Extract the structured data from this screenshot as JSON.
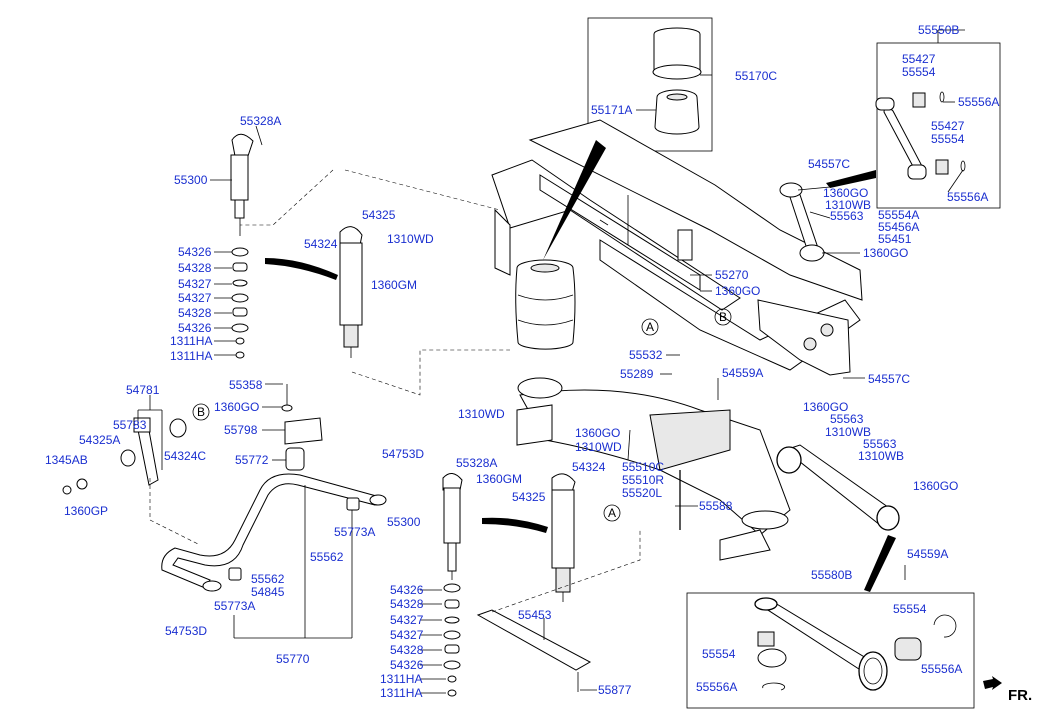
{
  "labels": {
    "p55550B": "55550B",
    "p55427_a": "55427",
    "p55554_a": "55554",
    "p55556A_a": "55556A",
    "p55427_b": "55427",
    "p55554_b": "55554",
    "p55556A_b": "55556A",
    "p55170C": "55170C",
    "p55171A": "55171A",
    "p55328A_top": "55328A",
    "p55300_top": "55300",
    "p54326_1": "54326",
    "p54328_1": "54328",
    "p54327_1": "54327",
    "p54327_2": "54327",
    "p54328_2": "54328",
    "p54326_2": "54326",
    "p1311HA_1": "1311HA",
    "p1311HA_2": "1311HA",
    "p54324_top": "54324",
    "p54325_top": "54325",
    "p1310WD_top": "1310WD",
    "p1360GM_top": "1360GM",
    "p54557C_top": "54557C",
    "p1360GO_r1": "1360GO",
    "p1310WB_r1": "1310WB",
    "p55563_r1": "55563",
    "p55554A": "55554A",
    "p55456A": "55456A",
    "p55451": "55451",
    "p1360GO_r2": "1360GO",
    "p55270": "55270",
    "p1360GO_mid": "1360GO",
    "markerA_1": "A",
    "markerB_1": "B",
    "p55532": "55532",
    "p55289": "55289",
    "p54559A_mid": "54559A",
    "p54557C_bot": "54557C",
    "p54781": "54781",
    "p55358": "55358",
    "p1360GO_l": "1360GO",
    "p55783": "55783",
    "markerB_2": "B",
    "p55798": "55798",
    "p54325A": "54325A",
    "p1345AB": "1345AB",
    "p54324C": "54324C",
    "p55772": "55772",
    "p1360GP": "1360GP",
    "p1310WD_mid": "1310WD",
    "p1360GO_c1": "1360GO",
    "p1310WD_c": "1310WD",
    "p55328A_mid": "55328A",
    "p1360GM_mid": "1360GM",
    "p54325_mid": "54325",
    "p54324_mid": "54324",
    "markerA_2": "A",
    "p55510C": "55510C",
    "p55510R": "55510R",
    "p55520L": "55520L",
    "p55588": "55588",
    "p1360GO_r3": "1360GO",
    "p55563_r2": "55563",
    "p1310WB_r2": "1310WB",
    "p55563_r3": "55563",
    "p1310WB_r3": "1310WB",
    "p1360GO_r4": "1360GO",
    "p54559A_bot": "54559A",
    "p54753D_top": "54753D",
    "p55773A_r": "55773A",
    "p55562_r": "55562",
    "p55562_l": "55562",
    "p54845": "54845",
    "p55773A_l": "55773A",
    "p54753D_bot": "54753D",
    "p55770": "55770",
    "p55300_mid": "55300",
    "p54326_3": "54326",
    "p54328_3": "54328",
    "p54327_3": "54327",
    "p54327_4": "54327",
    "p54328_4": "54328",
    "p54326_4": "54326",
    "p1311HA_3": "1311HA",
    "p1311HA_4": "1311HA",
    "p55453": "55453",
    "p55877": "55877",
    "p55580B": "55580B",
    "p55554_c": "55554",
    "p55554_d": "55554",
    "p55556A_c": "55556A",
    "p55556A_d": "55556A",
    "fr": "FR."
  }
}
